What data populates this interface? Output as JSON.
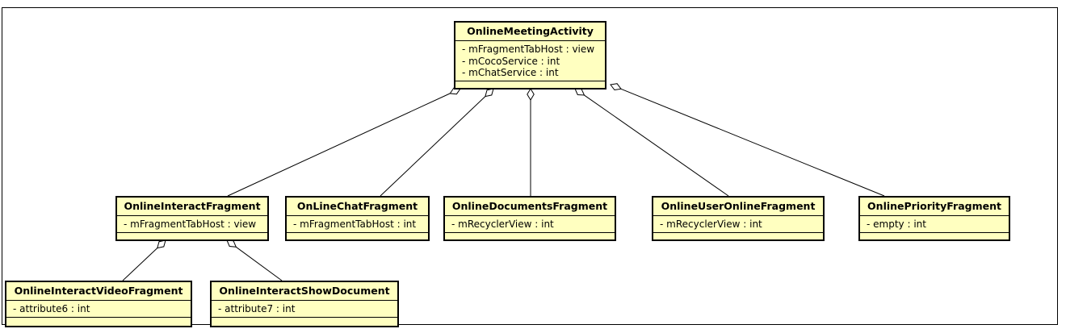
{
  "diagram": {
    "classes": [
      {
        "id": "meeting",
        "name": "OnlineMeetingActivity",
        "attributes": [
          "- mFragmentTabHost : view",
          "- mCocoService : int",
          "- mChatService : int"
        ]
      },
      {
        "id": "interact",
        "name": "OnlineInteractFragment",
        "attributes": [
          "- mFragmentTabHost : view"
        ]
      },
      {
        "id": "chat",
        "name": "OnLineChatFragment",
        "attributes": [
          "- mFragmentTabHost : int"
        ]
      },
      {
        "id": "documents",
        "name": "OnlineDocumentsFragment",
        "attributes": [
          "- mRecyclerView : int"
        ]
      },
      {
        "id": "useronline",
        "name": "OnlineUserOnlineFragment",
        "attributes": [
          "- mRecyclerView : int"
        ]
      },
      {
        "id": "priority",
        "name": "OnlinePriorityFragment",
        "attributes": [
          "- empty : int"
        ]
      },
      {
        "id": "video",
        "name": "OnlineInteractVideoFragment",
        "attributes": [
          "- attribute6 : int"
        ]
      },
      {
        "id": "showdoc",
        "name": "OnlineInteractShowDocument",
        "attributes": [
          "- attribute7 : int"
        ]
      }
    ],
    "relations": [
      {
        "type": "aggregation",
        "whole": "meeting",
        "part": "interact"
      },
      {
        "type": "aggregation",
        "whole": "meeting",
        "part": "chat"
      },
      {
        "type": "aggregation",
        "whole": "meeting",
        "part": "documents"
      },
      {
        "type": "aggregation",
        "whole": "meeting",
        "part": "useronline"
      },
      {
        "type": "aggregation",
        "whole": "meeting",
        "part": "priority"
      },
      {
        "type": "aggregation",
        "whole": "interact",
        "part": "video"
      },
      {
        "type": "aggregation",
        "whole": "interact",
        "part": "showdoc"
      }
    ],
    "colors": {
      "class_fill": "#ffffc0",
      "stroke": "#000000"
    }
  }
}
